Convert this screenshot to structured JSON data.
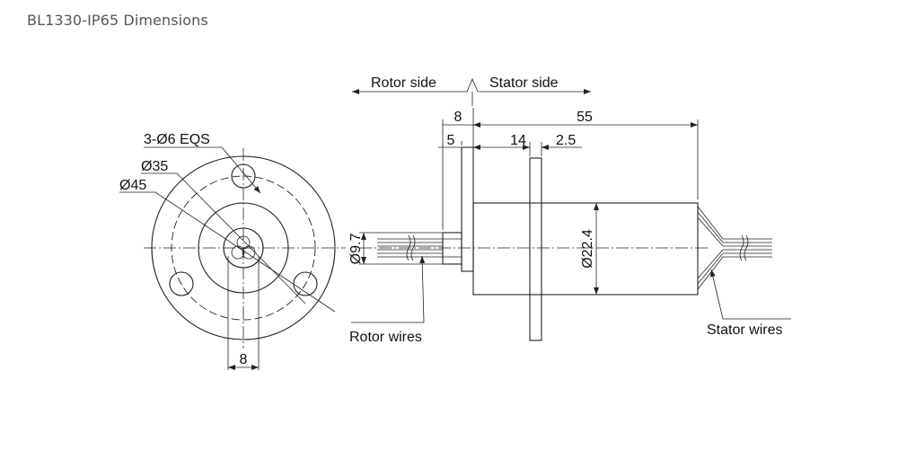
{
  "page": {
    "title": "BL1330-IP65 Dimensions"
  },
  "front_view": {
    "holes_label": "3-Ø6 EQS",
    "pcd_label": "Ø35",
    "outer_label": "Ø45",
    "bore_label": "8"
  },
  "side_view": {
    "rotor_side": "Rotor side",
    "stator_side": "Stator side",
    "dim_total": "55",
    "dim_rotor": "8",
    "dim_collar": "5",
    "dim_flange_pos": "14",
    "dim_flange_thk": "2.5",
    "dim_shaft_dia": "Ø9.7",
    "dim_body_dia": "Ø22.4",
    "rotor_wires": "Rotor wires",
    "stator_wires": "Stator wires"
  }
}
